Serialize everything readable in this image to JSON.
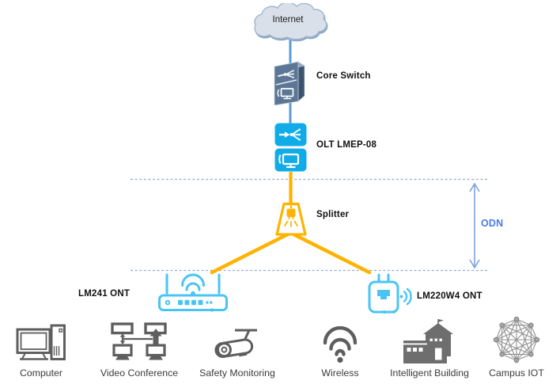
{
  "nodes": {
    "internet": "Internet",
    "core_switch": "Core Switch",
    "olt": "OLT LMEP-08",
    "splitter": "Splitter",
    "odn": "ODN",
    "ont_left": "LM241 ONT",
    "ont_right": "LM220W4 ONT"
  },
  "endpoints": [
    {
      "label": "Computer",
      "icon": "computer-icon"
    },
    {
      "label": "Video Conference",
      "icon": "video-conference-icon"
    },
    {
      "label": "Safety Monitoring",
      "icon": "cctv-camera-icon"
    },
    {
      "label": "Wireless",
      "icon": "wifi-icon"
    },
    {
      "label": "Intelligent Building",
      "icon": "building-icon"
    },
    {
      "label": "Campus IOT",
      "icon": "mesh-network-icon"
    }
  ],
  "colors": {
    "link_blue": "#5B9BD5",
    "dashed_boundary_blue": "#97ACDC",
    "odn_text_blue": "#4A7BE8",
    "odn_arrow_blue": "#7FA0E0",
    "fiber_orange": "#FFB300",
    "olt_cyan": "#10ACE8",
    "ont_cyan": "#4AC4F5",
    "switch_slate": "#5C7795",
    "endpoint_gray": "#5E5E5E",
    "cloud_fill": "#D9E0EA"
  }
}
